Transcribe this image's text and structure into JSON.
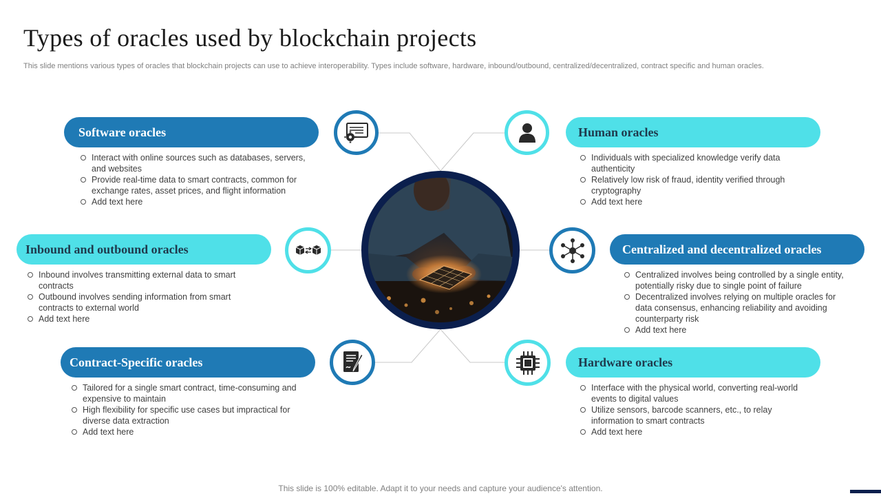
{
  "slide": {
    "title": "Types of oracles used by blockchain projects",
    "subtitle": "This slide mentions various types of oracles that blockchain projects can use to achieve interoperability. Types include software, hardware, inbound/outbound, centralized/decentralized, contract specific and human oracles.",
    "footer": "This slide is 100% editable. Adapt it to your needs and capture your audience's attention."
  },
  "colors": {
    "dark_blue": "#1f7ab5",
    "light_cyan": "#4fe0e8",
    "navy": "#0b1f4d",
    "line_gray": "#c8c8c8"
  },
  "center_image": {
    "icon": "person-with-holographic-chip-photo"
  },
  "oracles": {
    "software": {
      "title": "Software oracles",
      "icon": "monitor-gear-icon",
      "bullets": [
        "Interact with online sources such as databases, servers, and websites",
        "Provide real-time data to smart contracts, common for exchange rates, asset prices, and flight information",
        "Add text here"
      ]
    },
    "human": {
      "title": "Human oracles",
      "icon": "person-icon",
      "bullets": [
        "Individuals with specialized knowledge verify data authenticity",
        "Relatively low risk of fraud, identity verified through cryptography",
        "Add text here"
      ]
    },
    "inbound_outbound": {
      "title": "Inbound and outbound oracles",
      "icon": "cube-exchange-icon",
      "bullets": [
        "Inbound involves transmitting external data to smart contracts",
        "Outbound involves sending information from smart contracts to external world",
        "Add text here"
      ]
    },
    "centralized": {
      "title": "Centralized and decentralized oracles",
      "icon": "network-hub-icon",
      "bullets": [
        "Centralized involves being controlled by a single entity, potentially risky due to single point of failure",
        "Decentralized involves relying on multiple oracles for data consensus, enhancing reliability and avoiding counterparty risk",
        "Add text here"
      ]
    },
    "contract_specific": {
      "title": "Contract-Specific oracles",
      "icon": "contract-signature-icon",
      "bullets": [
        "Tailored for a single smart contract, time-consuming and expensive to maintain",
        "High flexibility for specific use cases but impractical for diverse data extraction",
        "Add text here"
      ]
    },
    "hardware": {
      "title": "Hardware oracles",
      "icon": "microchip-icon",
      "bullets": [
        "Interface with the physical world, converting real-world events to digital values",
        "Utilize sensors, barcode scanners, etc., to relay information to smart contracts",
        "Add text here"
      ]
    }
  }
}
